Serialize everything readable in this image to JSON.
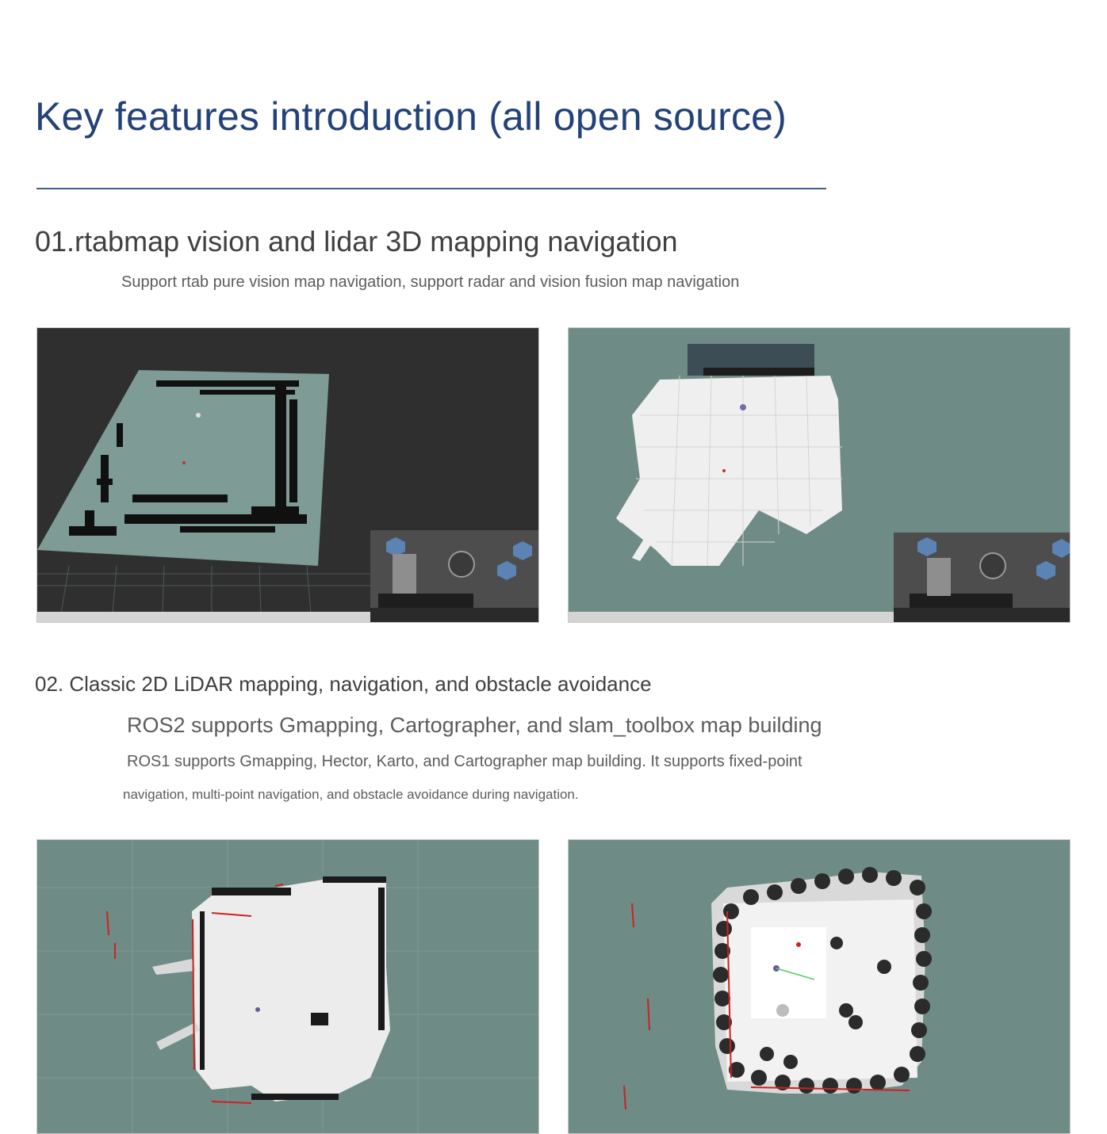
{
  "header": {
    "title": "Key features introduction (all open source)"
  },
  "section1": {
    "heading": "01.rtabmap vision and lidar 3D mapping navigation",
    "description": "Support rtab pure vision map navigation, support radar and vision fusion map navigation",
    "images": [
      "rtabmap-vision-map-screenshot",
      "rtabmap-fusion-map-screenshot"
    ]
  },
  "section2": {
    "heading": "02. Classic 2D LiDAR mapping, navigation, and obstacle avoidance",
    "ros2_line": "ROS2 supports Gmapping, Cartographer, and slam_toolbox map building",
    "ros1_line": "ROS1 supports Gmapping, Hector, Karto, and Cartographer map building. It supports fixed-point",
    "ros1_line_cont": "navigation, multi-point navigation, and obstacle avoidance during navigation.",
    "images": [
      "lidar-2d-map-screenshot",
      "lidar-costmap-screenshot"
    ]
  },
  "colors": {
    "title": "#23427a",
    "rule": "#3f5f8d",
    "map_background": "#6e8b85",
    "dark_viewport": "#2f2f2f"
  }
}
